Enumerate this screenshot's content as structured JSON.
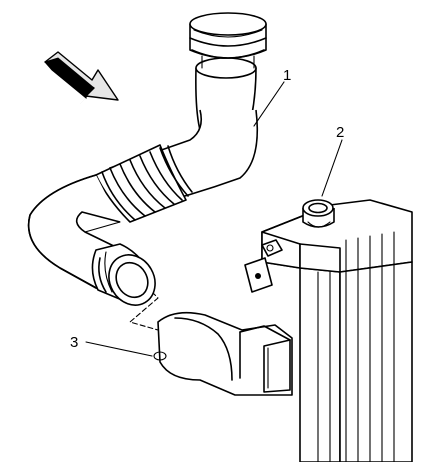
{
  "callouts": [
    {
      "id": "1",
      "label": "1",
      "part": "air-intake-duct"
    },
    {
      "id": "2",
      "label": "2",
      "part": "radiator-cap-neck"
    },
    {
      "id": "3",
      "label": "3",
      "part": "air-cleaner-outlet"
    }
  ],
  "direction_arrow": {
    "icon": "front-direction-arrow-icon"
  }
}
